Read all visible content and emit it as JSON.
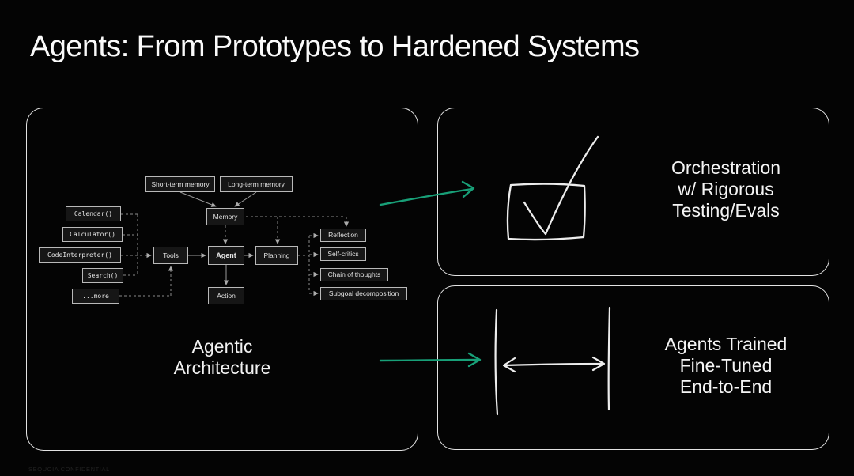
{
  "title": "Agents: From Prototypes to Hardened Systems",
  "footer": "SEQUOIA CONFIDENTIAL",
  "colors": {
    "arrow_green": "#18a078",
    "panel_border": "#e3e3e3",
    "sketch_white": "#ededed"
  },
  "left_panel": {
    "caption": [
      "Agentic",
      "Architecture"
    ],
    "diagram": {
      "short_term_memory": "Short-term memory",
      "long_term_memory": "Long-term memory",
      "memory": "Memory",
      "tools": "Tools",
      "agent": "Agent",
      "planning": "Planning",
      "action": "Action",
      "tool_items": [
        "Calendar()",
        "Calculator()",
        "CodeInterpreter()",
        "Search()",
        "...more"
      ],
      "planning_items": [
        "Reflection",
        "Self-critics",
        "Chain of thoughts",
        "Subgoal decomposition"
      ]
    }
  },
  "right_top": {
    "lines": [
      "Orchestration",
      "w/ Rigorous",
      "Testing/Evals"
    ]
  },
  "right_bottom": {
    "lines": [
      "Agents Trained",
      "Fine-Tuned",
      "End-to-End"
    ]
  }
}
